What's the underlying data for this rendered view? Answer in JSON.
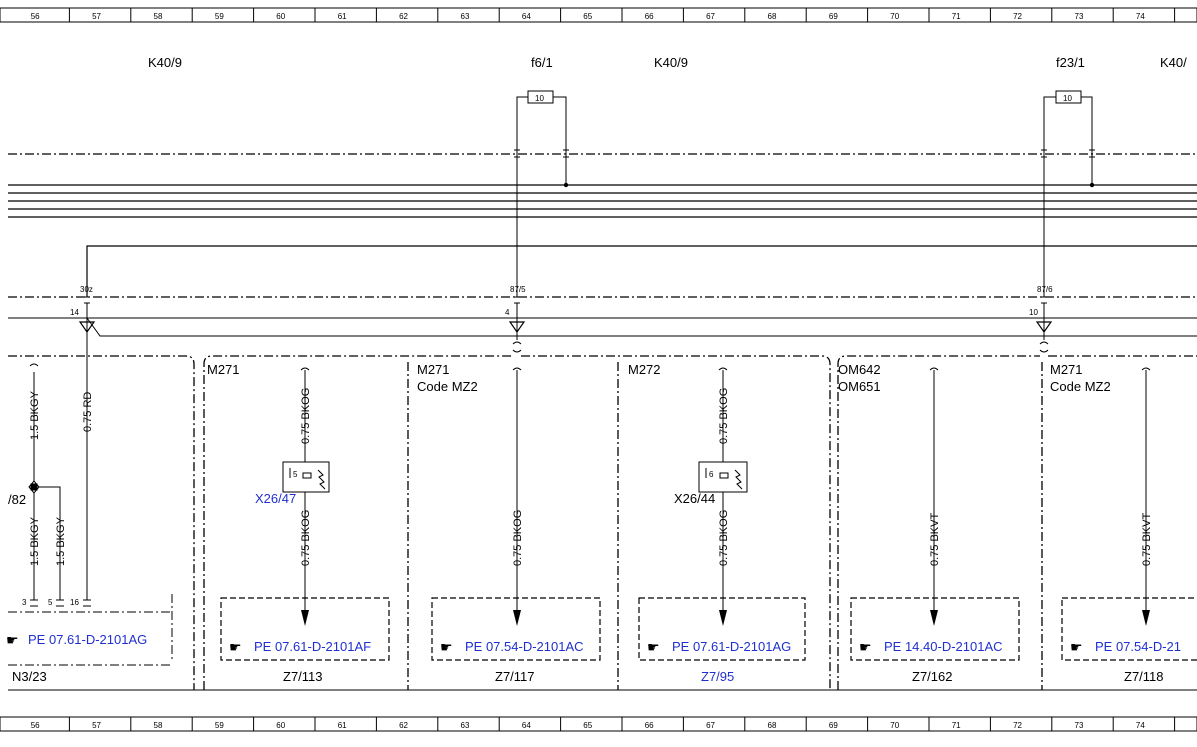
{
  "grid": {
    "columns": [
      "56",
      "57",
      "58",
      "59",
      "60",
      "61",
      "62",
      "63",
      "64",
      "65",
      "66",
      "67",
      "68",
      "69",
      "70",
      "71",
      "72",
      "73",
      "74"
    ]
  },
  "top_labels": {
    "k40_9_left": "K40/9",
    "f6_1": "f6/1",
    "k40_9_mid": "K40/9",
    "f23_1": "f23/1",
    "k40_right": "K40/"
  },
  "fuses": {
    "f6_1_rating": "10",
    "f23_1_rating": "10"
  },
  "pins": {
    "p30z": "30z",
    "p87_5": "87/5",
    "p87_6": "87/6",
    "p14": "14",
    "p4": "4",
    "p10": "10",
    "p3": "3",
    "p5": "5",
    "p16": "16"
  },
  "wires": {
    "w_bkgy_top": "1.5 BKGY",
    "w_rd": "0.75 RD",
    "w_bkgy_l1": "1.5 BKGY",
    "w_bkgy_l2": "1.5 BKGY",
    "w_s1_top": "0.75 BKOG",
    "w_s1_bot": "0.75 BKOG",
    "w_s2": "0.75 BKOG",
    "w_s3_top": "0.75 BKOG",
    "w_s3_bot": "0.75 BKOG",
    "w_s4": "0.75 BKVT",
    "w_s5": "0.75 BKVT"
  },
  "left_section": {
    "partial_label": "/82",
    "ref": "PE 07.61-D-2101AG",
    "component": "N3/23"
  },
  "sections": [
    {
      "line1": "M271",
      "line2": "",
      "ref": "PE 07.61-D-2101AF",
      "component": "Z7/113"
    },
    {
      "line1": "M271",
      "line2": "Code MZ2",
      "ref": "PE 07.54-D-2101AC",
      "component": "Z7/117"
    },
    {
      "line1": "M272",
      "line2": "",
      "ref": "PE 07.61-D-2101AG",
      "component": "Z7/95"
    },
    {
      "line1": "OM642",
      "line2": "OM651",
      "ref": "PE 14.40-D-2101AC",
      "component": "Z7/162"
    },
    {
      "line1": "M271",
      "line2": "Code MZ2",
      "ref": "PE 07.54-D-21",
      "component": "Z7/118"
    }
  ],
  "connectors": {
    "x26_47": "X26/47",
    "x26_47_pin": "5",
    "x26_44": "X26/44",
    "x26_44_pin": "6"
  },
  "colors": {
    "line": "#000000",
    "link": "#1f2fd0"
  }
}
